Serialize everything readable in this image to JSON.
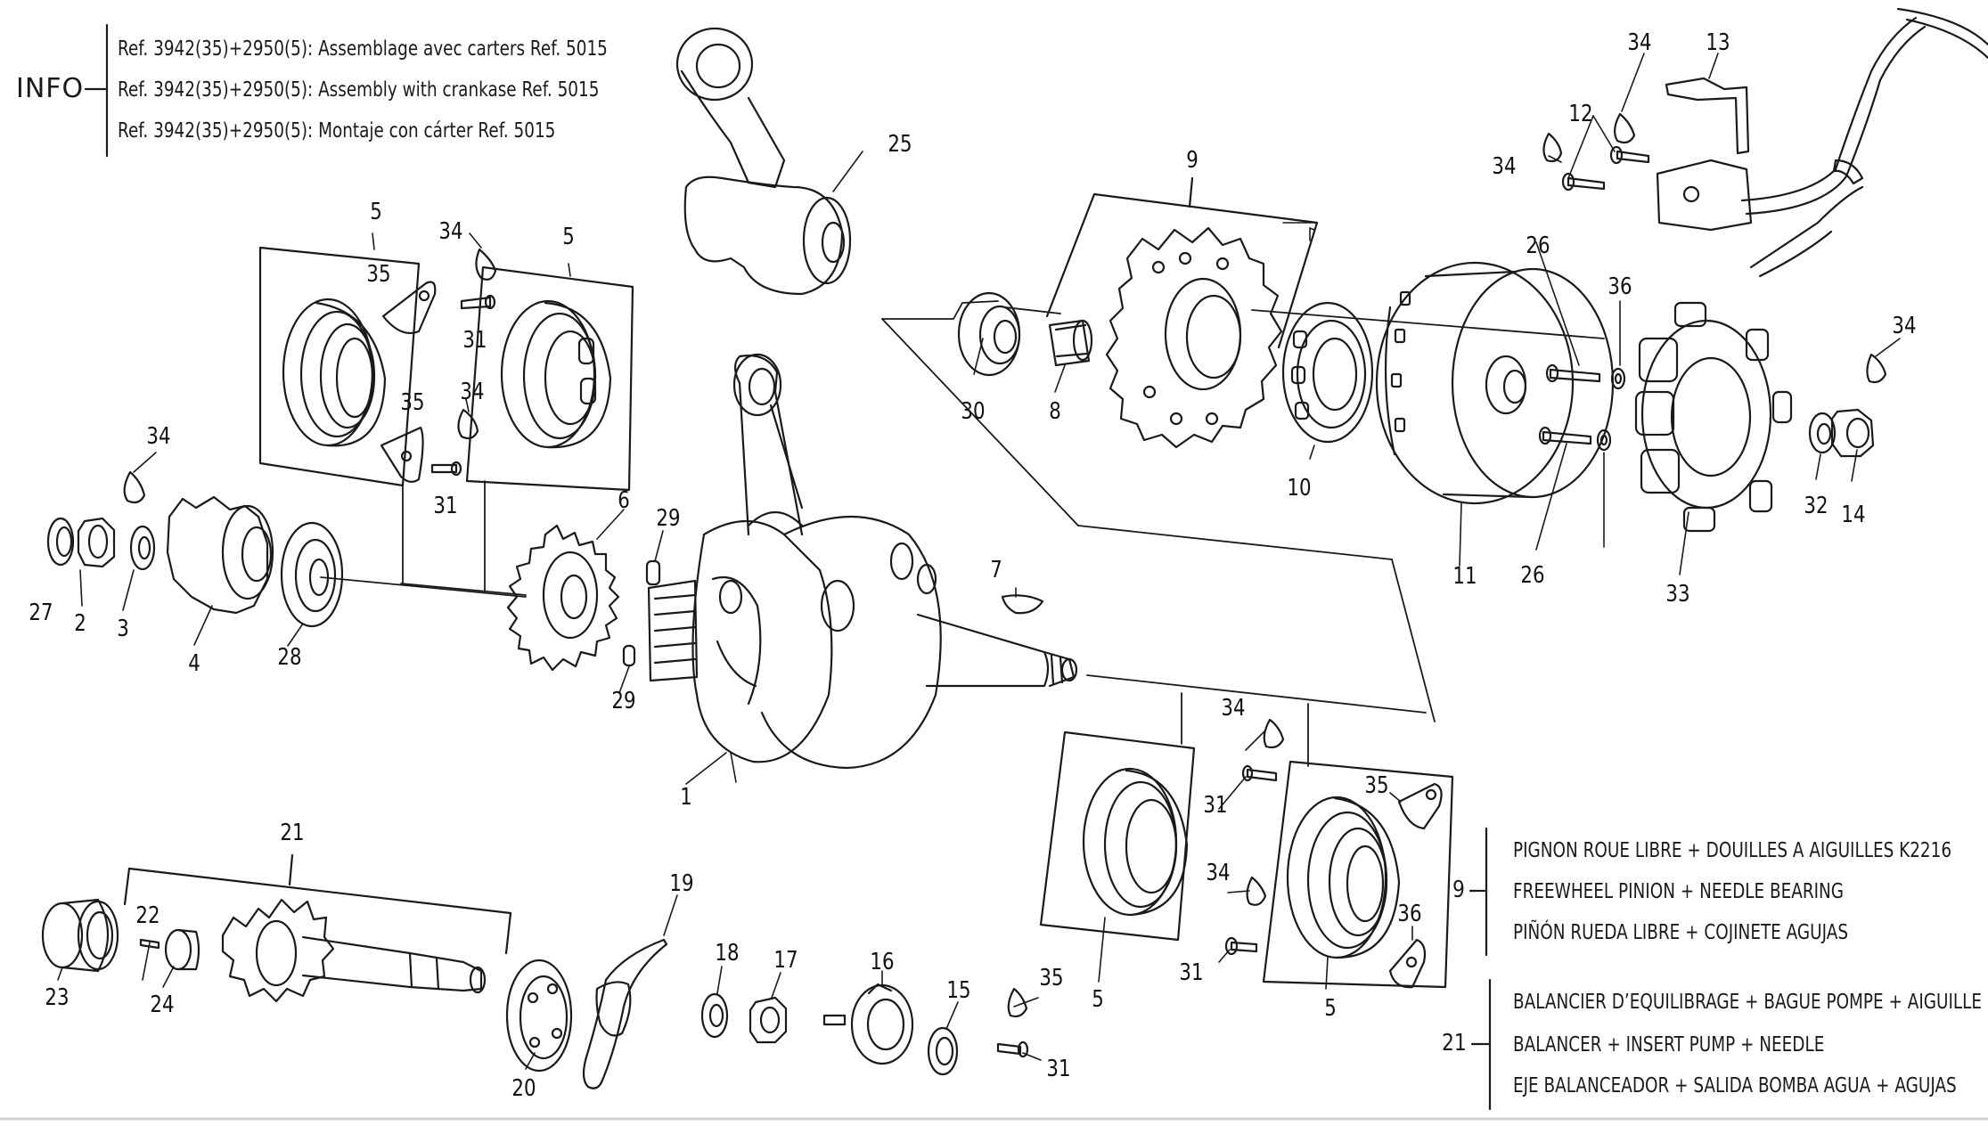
{
  "info_note": {
    "label": "INFO",
    "lines": [
      "Ref. 3942(35)+2950(5): Assemblage avec carters Ref. 5015",
      "Ref. 3942(35)+2950(5): Assembly with crankase Ref. 5015",
      "Ref. 3942(35)+2950(5): Montaje con cárter Ref. 5015"
    ]
  },
  "legend": [
    {
      "ref": "9",
      "lines": [
        "PIGNON ROUE LIBRE + DOUILLES A AIGUILLES K2216",
        "FREEWHEEL PINION + NEEDLE BEARING",
        "PIÑÓN RUEDA LIBRE + COJINETE AGUJAS"
      ]
    },
    {
      "ref": "21",
      "lines": [
        "BALANCIER D’EQUILIBRAGE + BAGUE POMPE + AIGUILLE",
        "BALANCER + INSERT PUMP + NEEDLE",
        "EJE BALANCEADOR + SALIDA BOMBA AGUA + AGUJAS"
      ]
    }
  ],
  "part_refs": [
    "1",
    "2",
    "3",
    "4",
    "5",
    "5",
    "5",
    "5",
    "6",
    "7",
    "8",
    "9",
    "10",
    "11",
    "12",
    "13",
    "14",
    "15",
    "16",
    "17",
    "18",
    "19",
    "20",
    "21",
    "22",
    "23",
    "24",
    "25",
    "26",
    "26",
    "27",
    "28",
    "29",
    "29",
    "30",
    "31",
    "31",
    "31",
    "31",
    "31",
    "32",
    "33",
    "34",
    "34",
    "34",
    "34",
    "34",
    "34",
    "34",
    "34",
    "35",
    "35",
    "35",
    "35",
    "36",
    "36"
  ]
}
